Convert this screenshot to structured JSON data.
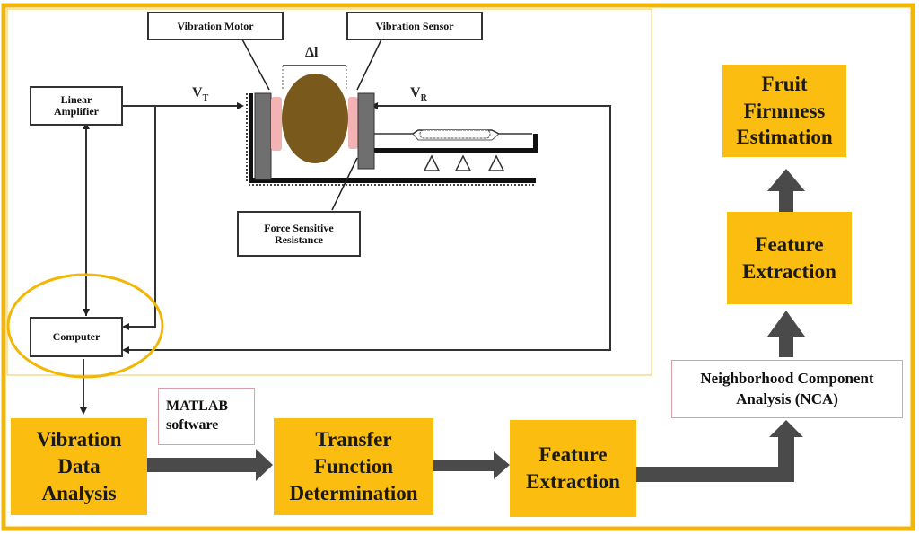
{
  "diagram": {
    "colors": {
      "frame": "#f2b705",
      "process_box": "#fbbd10",
      "arrow": "#4a4a4a",
      "fruit": "#7a5a1c",
      "sensor_pad": "#f3b2b4",
      "plate": "#6f6f6f",
      "highlight_ellipse": "#f2b705",
      "note_border": "#d9a0aa"
    },
    "setup": {
      "labels": {
        "vibration_motor": "Vibration Motor",
        "vibration_sensor": "Vibration Sensor",
        "force_sensitive_resistance": "Force Sensitive Resistance",
        "linear_amplifier": "Linear Amplifier",
        "computer": "Computer",
        "delta_l": "Δl",
        "vt_main": "V",
        "vt_sub": "T",
        "vr_main": "V",
        "vr_sub": "R"
      }
    },
    "software_note": "MATLAB software",
    "pipeline": [
      {
        "id": "vibration-data-analysis",
        "label": "Vibration Data Analysis"
      },
      {
        "id": "transfer-function-determination",
        "label": "Transfer Function Determination"
      },
      {
        "id": "feature-extraction-1",
        "label": "Feature Extraction"
      },
      {
        "id": "nca",
        "label": "Neighborhood Component Analysis (NCA)"
      },
      {
        "id": "feature-extraction-2",
        "label": "Feature Extraction"
      },
      {
        "id": "fruit-firmness-estimation",
        "label": "Fruit Firmness Estimation"
      }
    ]
  }
}
